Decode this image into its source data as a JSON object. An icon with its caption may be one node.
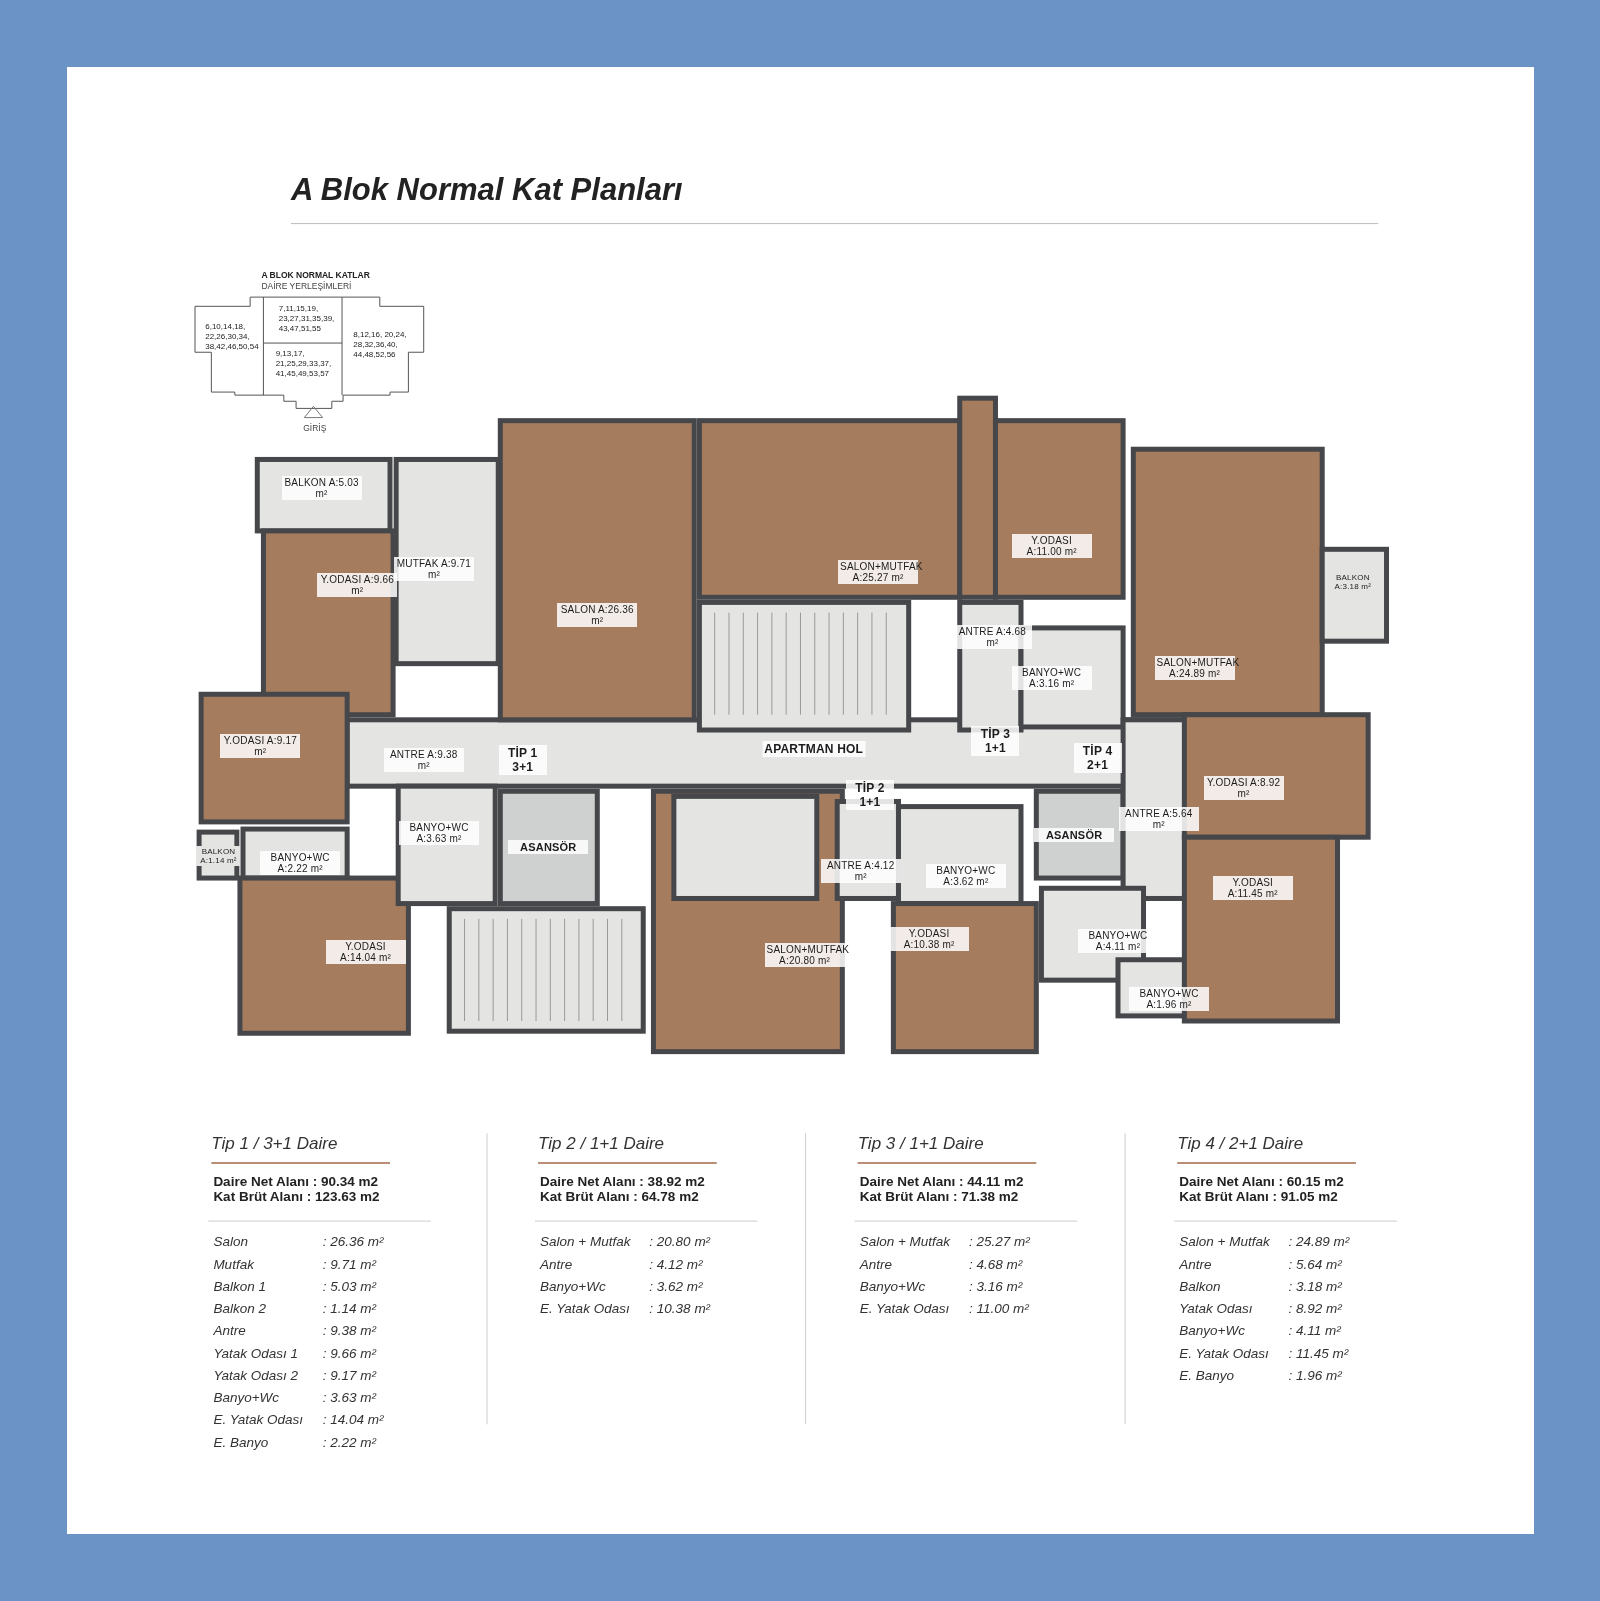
{
  "diagram": {
    "title": "A Blok Normal Kat Planları",
    "nodes": [
      {
        "text": [
          "6,10,14,18, 22,26,30,34, 38,42,46,50,54"
        ]
      },
      {
        "text": [
          "7,11,15,19, 23,27,31,35,39, 43,47,51,55"
        ]
      },
      {
        "text": [
          "9,13,17, 21,25,29,33,37, 41,45,49,53,57"
        ]
      },
      {
        "text": [
          "8,12,16, 20,24, 28,32,36,40, 44,48,52,56"
        ]
      }
    ],
    "labels": [
      "A BLOK NORMAL KATLAR",
      "DAİRE YERLEŞİMLERİ",
      "GİRİŞ",
      "BALKON A:5.03 m²",
      "MUTFAK A:9.71 m²",
      "Y.ODASI A:9.66 m²",
      "SALON A:26.36 m²",
      "SALON+MUTFAK A:25.27 m²",
      "Y.ODASI A:11.00 m²",
      "BALKON A:3.18 m²",
      "ANTRE A:4.68 m²",
      "BANYO+WC A:3.16 m²",
      "SALON+MUTFAK A:24.89 m²",
      "Y.ODASI A:9.17 m²",
      "ANTRE A:9.38 m²",
      "TİP 1 3+1",
      "APARTMAN HOL",
      "TİP 3 1+1",
      "TİP 4 2+1",
      "TİP 2 1+1",
      "Y.ODASI A:8.92 m²",
      "ANTRE A:5.64 m²",
      "BANYO+WC A:3.63 m²",
      "ASANSÖR",
      "ASANSÖR",
      "BALKON A:1.14 m²",
      "BANYO+WC A:2.22 m²",
      "ANTRE A:4.12 m²",
      "BANYO+WC A:3.62 m²",
      "Y.ODASI A:11.45 m²",
      "Y.ODASI A:14.04 m²",
      "SALON+MUTFAK A:20.80 m²",
      "Y.ODASI A:10.38 m²",
      "BANYO+WC A:4.11 m²",
      "BANYO+WC A:1.96 m²",
      "Tip 1 / 3+1 Daire",
      "Daire Net Alanı : 90.34 m2",
      "Kat Brüt Alanı : 123.63 m2",
      "Salon",
      ": 26.36 m²",
      "Mutfak",
      ": 9.71 m²",
      "Balkon 1",
      ": 5.03 m²",
      "Balkon 2",
      ": 1.14 m²",
      "Antre",
      ": 9.38 m²",
      "Yatak Odası 1",
      ": 9.66 m²",
      "Yatak Odası 2",
      ": 9.17 m²",
      "Banyo+Wc",
      ": 3.63 m²",
      "E. Yatak Odası",
      ": 14.04 m²",
      "E. Banyo",
      ": 2.22 m²",
      "Tip 2 / 1+1 Daire",
      "Daire Net Alanı : 38.92 m2",
      "Kat Brüt Alanı : 64.78 m2",
      "Salon + Mutfak",
      ": 20.80 m²",
      "Antre",
      ": 4.12 m²",
      "Banyo+Wc",
      ": 3.62 m²",
      "E. Yatak Odası",
      ": 10.38 m²",
      "Tip 3 / 1+1 Daire",
      "Daire Net Alanı : 44.11 m2",
      "Kat Brüt Alanı : 71.38 m2",
      "Salon + Mutfak",
      ": 25.27 m²",
      "Antre",
      ": 4.68 m²",
      "Banyo+Wc",
      ": 3.16 m²",
      "E. Yatak Odası",
      ": 11.00 m²",
      "Tip 4 / 2+1 Daire",
      "Daire Net Alanı : 60.15 m2",
      "Kat Brüt Alanı : 91.05 m2",
      "Salon + Mutfak",
      ": 24.89 m²",
      "Antre",
      ": 5.64 m²",
      "Balkon",
      ": 3.18 m²",
      "Yatak Odası",
      ": 8.92 m²",
      "Banyo+Wc",
      ": 4.11 m²",
      "E. Yatak Odası",
      ": 11.45 m²",
      "E. Banyo",
      ": 1.96 m²"
    ]
  }
}
